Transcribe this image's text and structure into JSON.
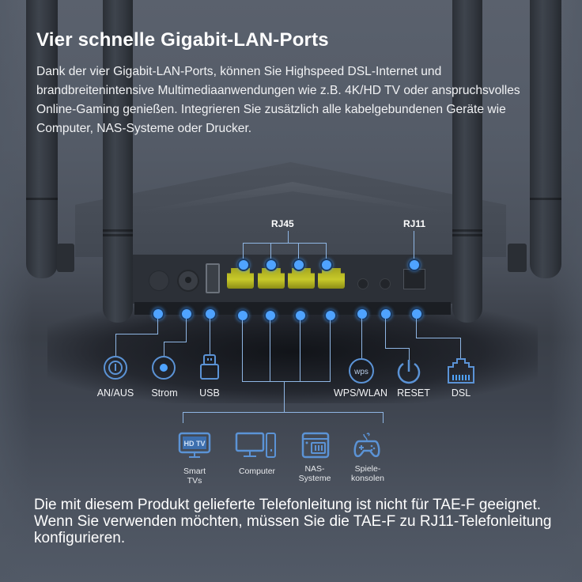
{
  "header": {
    "title": "Vier schnelle Gigabit-LAN-Ports",
    "description": "Dank der vier Gigabit-LAN-Ports, können Sie Highspeed DSL-Internet und brandbreitenintensive Multimediaanwendungen wie z.B. 4K/HD TV oder anspruchsvolles Online-Gaming genießen. Integrieren Sie zusätzlich alle kabelgebundenen Geräte wie Computer, NAS-Systeme oder Drucker."
  },
  "router": {
    "top_labels": {
      "rj45": "RJ45",
      "rj11": "RJ11"
    },
    "ports": [
      {
        "id": "power",
        "label": "AN/AUS",
        "icon": "power-button-icon"
      },
      {
        "id": "dc",
        "label": "Strom",
        "icon": "power-jack-icon"
      },
      {
        "id": "usb",
        "label": "USB",
        "icon": "usb-icon"
      },
      {
        "id": "wps",
        "label": "WPS/WLAN",
        "icon": "wps-icon",
        "icon_text": "wps"
      },
      {
        "id": "reset",
        "label": "RESET",
        "icon": "reset-power-icon"
      },
      {
        "id": "dsl",
        "label": "DSL",
        "icon": "ethernet-port-icon"
      }
    ],
    "lan_port_count": 4,
    "lan_port_color": "#c7c92a"
  },
  "devices": [
    {
      "label_line1": "Smart",
      "label_line2": "TVs",
      "icon": "tv-icon",
      "icon_text": "HD TV"
    },
    {
      "label_line1": "Computer",
      "label_line2": "",
      "icon": "computer-icon"
    },
    {
      "label_line1": "NAS-",
      "label_line2": "Systeme",
      "icon": "nas-icon"
    },
    {
      "label_line1": "Spiele-",
      "label_line2": "konsolen",
      "icon": "gamepad-icon"
    }
  ],
  "footer": {
    "note": "Die mit diesem Produkt gelieferte Telefonleitung ist nicht für TAE-F geeignet. Wenn Sie verwenden möchten, müssen Sie die TAE-F zu RJ11-Telefonleitung konfigurieren."
  },
  "colors": {
    "accent_blue": "#4fa3ff",
    "line_blue": "#8fb6e4",
    "icon_blue": "#5b93d6"
  }
}
